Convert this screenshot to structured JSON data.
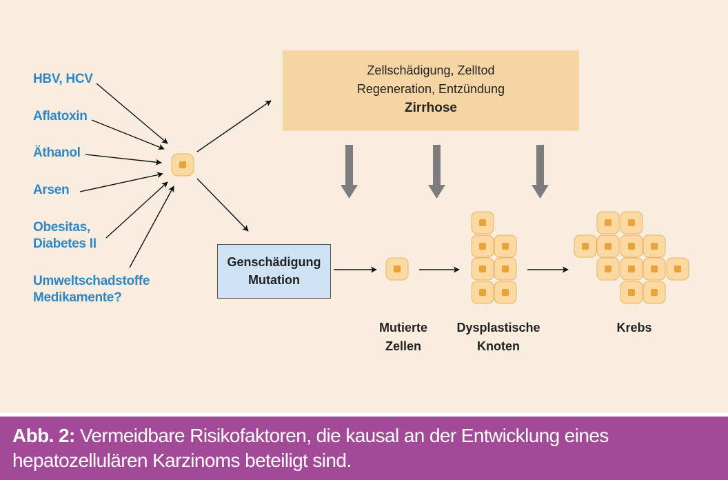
{
  "risk_factors": [
    {
      "label": "HBV, HCV"
    },
    {
      "label": "Aflatoxin"
    },
    {
      "label": "Äthanol"
    },
    {
      "label": "Arsen"
    },
    {
      "label": "Obesitas,\nDiabetes II"
    },
    {
      "label": "Umweltschadstoffe\nMedikamente?"
    }
  ],
  "damage_box": {
    "line1": "Zellschädigung, Zelltod",
    "line2": "Regeneration, Entzündung",
    "line3": "Zirrhose"
  },
  "gene_box": {
    "line1": "Genschädigung",
    "line2": "Mutation"
  },
  "stages": [
    {
      "label": "Mutierte\nZellen"
    },
    {
      "label": "Dysplastische\nKnoten"
    },
    {
      "label": "Krebs"
    }
  ],
  "caption": {
    "label": "Abb. 2:",
    "text": " Vermeidbare Risikofaktoren, die kausal an der Entwicklung eines hepatozellulären Karzinoms beteiligt sind."
  },
  "colors": {
    "background": "#f8eddf",
    "risk_text": "#2f86c3",
    "damage_box": "#f6d5a4",
    "gene_box": "#cfe3f4",
    "cell_fill": "#fbd9a0",
    "cell_nucleus": "#e8a33a",
    "caption_bar": "#a24a97",
    "down_arrow": "#7d7d7d"
  }
}
